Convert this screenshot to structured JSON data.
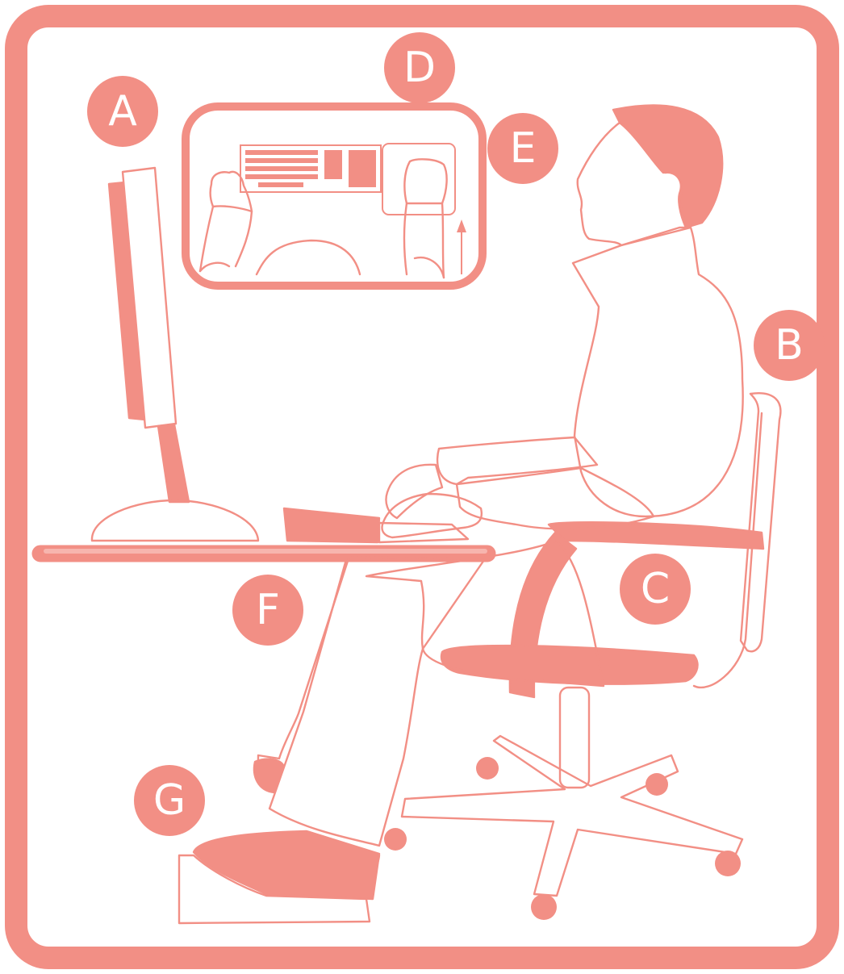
{
  "theme": {
    "accent": "#f28f85",
    "background": "#ffffff"
  },
  "labels": {
    "a": "A",
    "b": "B",
    "c": "C",
    "d": "D",
    "e": "E",
    "f": "F",
    "g": "G"
  }
}
